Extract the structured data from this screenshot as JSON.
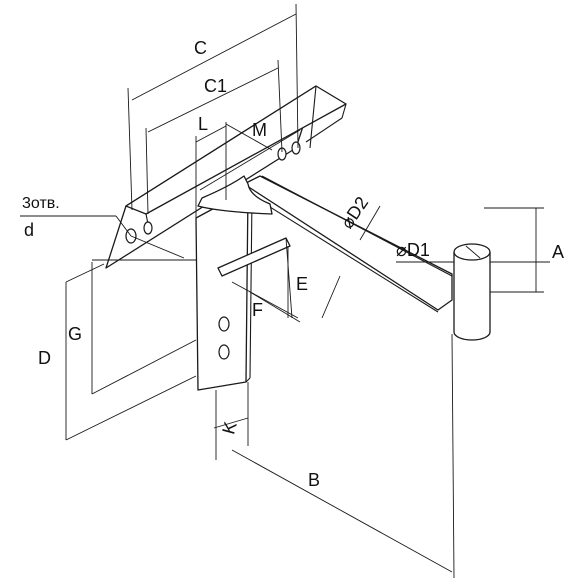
{
  "labels": {
    "C": "C",
    "C1": "C1",
    "L": "L",
    "M": "M",
    "holes_count": "3отв.",
    "holes_d": "d",
    "D2": "⌀D2",
    "D1": "⌀D1",
    "A": "A",
    "E": "E",
    "F": "F",
    "G": "G",
    "D": "D",
    "K": "K",
    "B": "B"
  }
}
